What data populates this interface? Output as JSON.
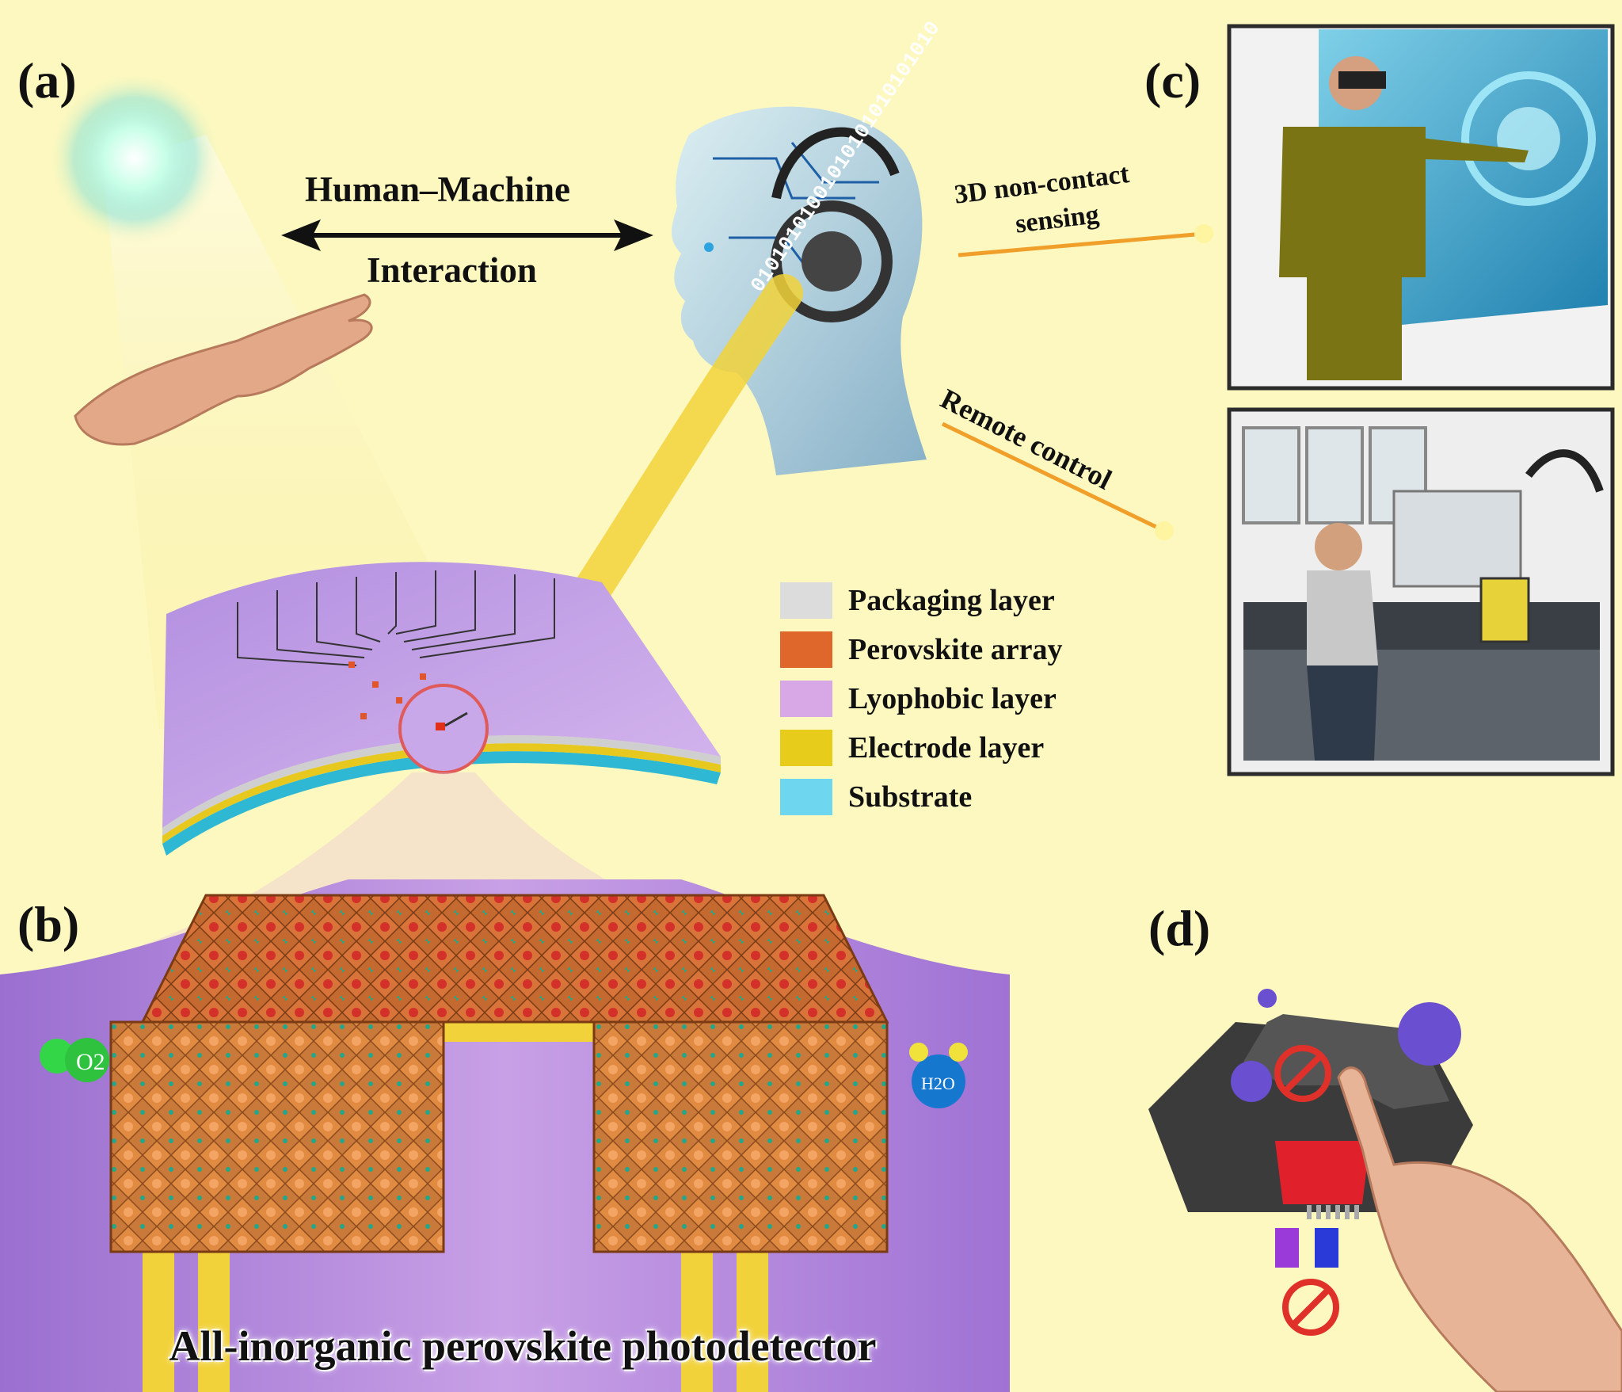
{
  "panels": {
    "a": "(a)",
    "b": "(b)",
    "c": "(c)",
    "d": "(d)"
  },
  "hmi": {
    "line1": "Human–Machine",
    "line2": "Interaction"
  },
  "arrows": {
    "sensing_line1": "3D non-contact",
    "sensing_line2": "sensing",
    "remote": "Remote control"
  },
  "legend": [
    {
      "label": "Packaging layer",
      "color": "#dcdcdc"
    },
    {
      "label": "Perovskite array",
      "color": "#e0672c"
    },
    {
      "label": "Lyophobic layer",
      "color": "#d8a8e6"
    },
    {
      "label": "Electrode layer",
      "color": "#e8cc1c"
    },
    {
      "label": "Substrate",
      "color": "#6fd6f0"
    }
  ],
  "molecules": {
    "o2": "O2",
    "h2o": "H2O"
  },
  "caption": "All-inorganic perovskite photodetector",
  "binary_stream": "01010101001010101010101010"
}
